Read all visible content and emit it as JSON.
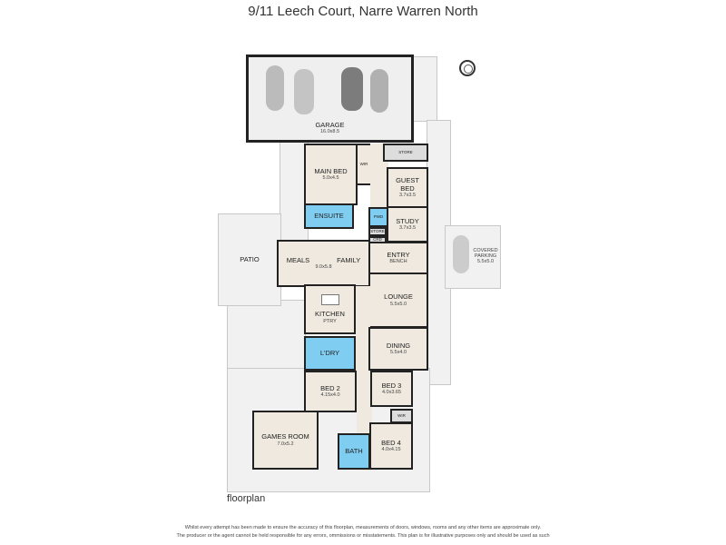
{
  "title": "9/11 Leech Court, Narre Warren North",
  "footer_label": "floorplan",
  "disclaimer": [
    "Whilst every attempt has been made to ensure the accuracy of this floorplan, measurements of doors, windows, rooms and any other items are approximate only.",
    "The producer or the agent cannot be held responsible for any errors, ommissions or misstatements. This plan is for illustrative purposes only and should be used as such"
  ],
  "rooms": {
    "garage": {
      "name": "GARAGE",
      "dims": "16.0x8.5"
    },
    "main_bed": {
      "name": "MAIN BED",
      "dims": "5.0x4.5"
    },
    "wir1": {
      "name": "WIR"
    },
    "store1": {
      "name": "STORE"
    },
    "guest_bed": {
      "name": "GUEST BED",
      "dims": "3.7x3.5"
    },
    "ensuite": {
      "name": "ENSUITE"
    },
    "pwd": {
      "name": "PWD"
    },
    "study": {
      "name": "STUDY",
      "dims": "3.7x3.5"
    },
    "store2": {
      "name": "STORE"
    },
    "crd": {
      "name": "CRD"
    },
    "patio": {
      "name": "PATIO"
    },
    "meals_family": {
      "name1": "MEALS",
      "name2": "FAMILY",
      "dims": "9.0x5.8"
    },
    "entry": {
      "name": "ENTRY"
    },
    "bench": {
      "name": "BENCH"
    },
    "covered_parking": {
      "name": "COVERED PARKING",
      "dims": "5.5x5.0"
    },
    "lounge": {
      "name": "LOUNGE",
      "dims": "5.5x5.0"
    },
    "kitchen": {
      "name": "KITCHEN"
    },
    "pantry": {
      "name": "PTRY"
    },
    "laundry": {
      "name": "L'DRY"
    },
    "dining": {
      "name": "DINING",
      "dims": "5.5x4.0"
    },
    "bed2": {
      "name": "BED 2",
      "dims": "4.15x4.0"
    },
    "bed3": {
      "name": "BED 3",
      "dims": "4.0x3.65"
    },
    "games_room": {
      "name": "GAMES ROOM",
      "dims": "7.0x5.2"
    },
    "bath": {
      "name": "BATH"
    },
    "wir2": {
      "name": "WIR"
    },
    "bed4": {
      "name": "BED 4",
      "dims": "4.0x4.15"
    }
  },
  "colors": {
    "wet_area": "#7fcdf0",
    "room_fill": "#efe9df",
    "deck": "#f1f1f1",
    "walls": "#222222"
  }
}
